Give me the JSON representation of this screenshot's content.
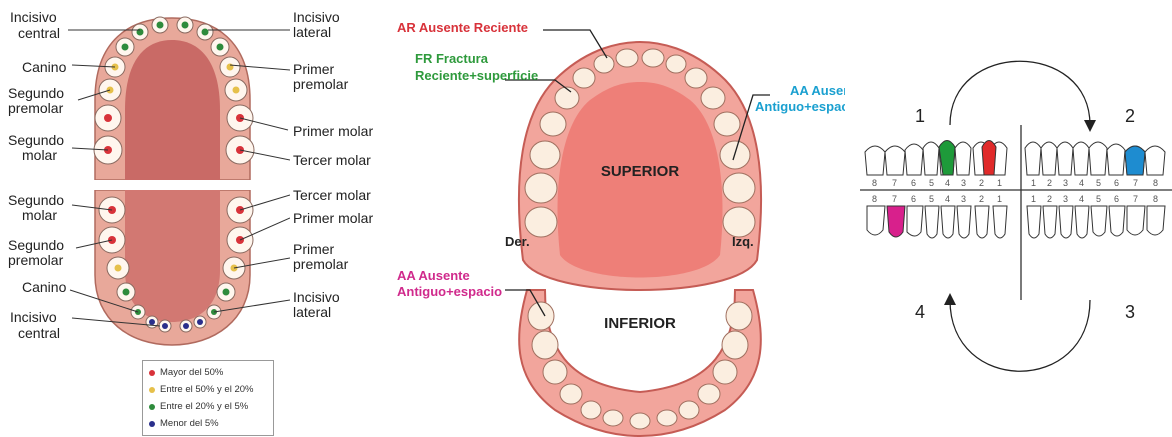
{
  "left_chart": {
    "labels_left_upper": [
      "Incisivo",
      "central",
      "Canino",
      "Segundo",
      "premolar",
      "Segundo",
      "molar"
    ],
    "labels_right_upper": [
      "Incisivo",
      "lateral",
      "Primer",
      "premolar",
      "Primer molar",
      "Tercer molar"
    ],
    "labels_left_lower": [
      "Segundo",
      "molar",
      "Segundo",
      "premolar",
      "Canino",
      "Incisivo",
      "central"
    ],
    "labels_right_lower": [
      "Tercer molar",
      "Primer molar",
      "Primer",
      "premolar",
      "Incisivo",
      "lateral"
    ],
    "legend": [
      {
        "label": "Mayor del 50%",
        "color": "#d8323a"
      },
      {
        "label": "Entre el 50% y el 20%",
        "color": "#e6c04a"
      },
      {
        "label": "Entre el 20% y el 5%",
        "color": "#2e8b3c"
      },
      {
        "label": "Menor del 5%",
        "color": "#2a2f8c"
      }
    ]
  },
  "middle_chart": {
    "ar": "AR Ausente Reciente",
    "fr_1": "FR Fractura",
    "fr_2": "Reciente+superficie",
    "aa_top_1": "AA Ausente",
    "aa_top_2": "Antiguo+espacio",
    "aa_bottom_1": "AA Ausente",
    "aa_bottom_2": "Antiguo+espacio",
    "superior": "SUPERIOR",
    "inferior": "INFERIOR",
    "der": "Der.",
    "izq": "Izq.",
    "colors": {
      "ar": "#d8323a",
      "fr": "#2e9a3c",
      "aa_top": "#1aa0d0",
      "aa_bottom": "#d02a8c"
    }
  },
  "right_chart": {
    "quadrants": [
      "1",
      "2",
      "3",
      "4"
    ],
    "upper_left_numbers": [
      "8",
      "7",
      "6",
      "5",
      "4",
      "3",
      "2",
      "1"
    ],
    "upper_right_numbers": [
      "1",
      "2",
      "3",
      "4",
      "5",
      "6",
      "7",
      "8"
    ],
    "lower_left_numbers": [
      "8",
      "7",
      "6",
      "5",
      "4",
      "3",
      "2",
      "1"
    ],
    "lower_right_numbers": [
      "1",
      "2",
      "3",
      "4",
      "5",
      "6",
      "7",
      "8"
    ],
    "tooth_colors": {
      "green": "#1e9a3a",
      "red": "#e02a2a",
      "blue": "#1e8cd0",
      "magenta": "#d8208c"
    }
  }
}
